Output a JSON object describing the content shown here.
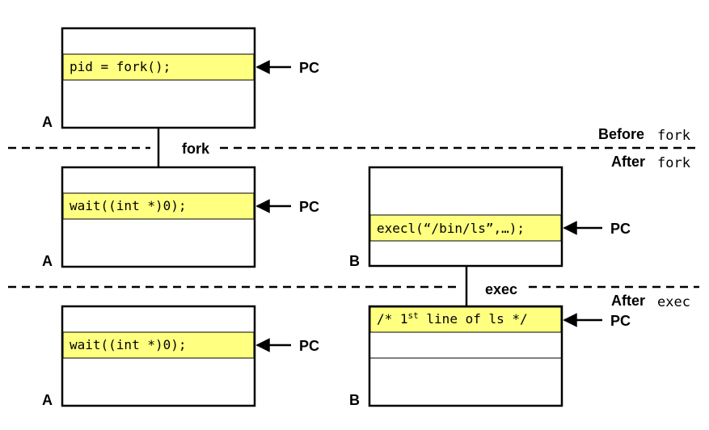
{
  "labels": {
    "pc": "PC",
    "process_a": "A",
    "process_b": "B",
    "fork_edge": "fork",
    "exec_edge": "exec",
    "before_fork_word": "Before",
    "before_fork_code": "fork",
    "after_fork_word": "After",
    "after_fork_code": "fork",
    "after_exec_word": "After",
    "after_exec_code": "exec"
  },
  "code": {
    "a_before_fork": "pid = fork();",
    "a_after_fork": "wait((int *)0);",
    "b_after_fork": "execl(“/bin/ls”,…);",
    "a_after_exec": "wait((int *)0);",
    "b_after_exec_prefix": "/* 1",
    "b_after_exec_sup": "st",
    "b_after_exec_suffix": " line of ls */"
  },
  "colors": {
    "highlight": "#ffff80",
    "ink": "#000000"
  }
}
